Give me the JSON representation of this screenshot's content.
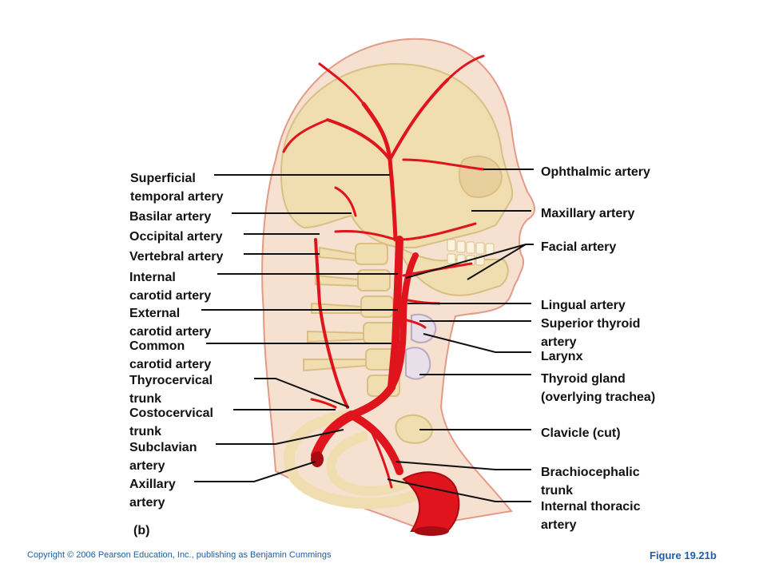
{
  "colors": {
    "artery": "#e0141c",
    "skin": "#f6e0d0",
    "skin_outline": "#e39a86",
    "bone": "#f0ddb0",
    "bone_shade": "#d9bf85",
    "footer_blue": "#1c5fa8",
    "leader": "#111111"
  },
  "labels_left": [
    {
      "id": "superficial-temporal-artery",
      "lines": [
        "Superficial",
        "temporal artery"
      ]
    },
    {
      "id": "basilar-artery",
      "lines": [
        "Basilar artery"
      ]
    },
    {
      "id": "occipital-artery",
      "lines": [
        "Occipital artery"
      ]
    },
    {
      "id": "vertebral-artery",
      "lines": [
        "Vertebral artery"
      ]
    },
    {
      "id": "internal-carotid-artery",
      "lines": [
        "Internal",
        "carotid artery"
      ]
    },
    {
      "id": "external-carotid-artery",
      "lines": [
        "External",
        "carotid artery"
      ]
    },
    {
      "id": "common-carotid-artery",
      "lines": [
        "Common",
        "carotid artery"
      ]
    },
    {
      "id": "thyrocervical-trunk",
      "lines": [
        "Thyrocervical",
        "trunk"
      ]
    },
    {
      "id": "costocervical-trunk",
      "lines": [
        "Costocervical",
        "trunk"
      ]
    },
    {
      "id": "subclavian-artery",
      "lines": [
        "Subclavian",
        "artery"
      ]
    },
    {
      "id": "axillary-artery",
      "lines": [
        "Axillary",
        "artery"
      ]
    }
  ],
  "labels_right": [
    {
      "id": "ophthalmic-artery",
      "lines": [
        "Ophthalmic artery"
      ]
    },
    {
      "id": "maxillary-artery",
      "lines": [
        "Maxillary artery"
      ]
    },
    {
      "id": "facial-artery",
      "lines": [
        "Facial artery"
      ]
    },
    {
      "id": "lingual-artery",
      "lines": [
        "Lingual artery"
      ]
    },
    {
      "id": "superior-thyroid-artery",
      "lines": [
        "Superior thyroid",
        "artery"
      ]
    },
    {
      "id": "larynx",
      "lines": [
        "Larynx"
      ]
    },
    {
      "id": "thyroid-gland",
      "lines": [
        "Thyroid gland",
        "(overlying trachea)"
      ]
    },
    {
      "id": "clavicle",
      "lines": [
        "Clavicle (cut)"
      ]
    },
    {
      "id": "brachiocephalic-trunk",
      "lines": [
        "Brachiocephalic",
        "trunk"
      ]
    },
    {
      "id": "internal-thoracic-artery",
      "lines": [
        "Internal thoracic",
        "artery"
      ]
    }
  ],
  "panel_tag": "(b)",
  "footer": {
    "copyright": "Copyright © 2006 Pearson Education, Inc., publishing as Benjamin Cummings",
    "figure_number": "Figure 19.21b"
  }
}
